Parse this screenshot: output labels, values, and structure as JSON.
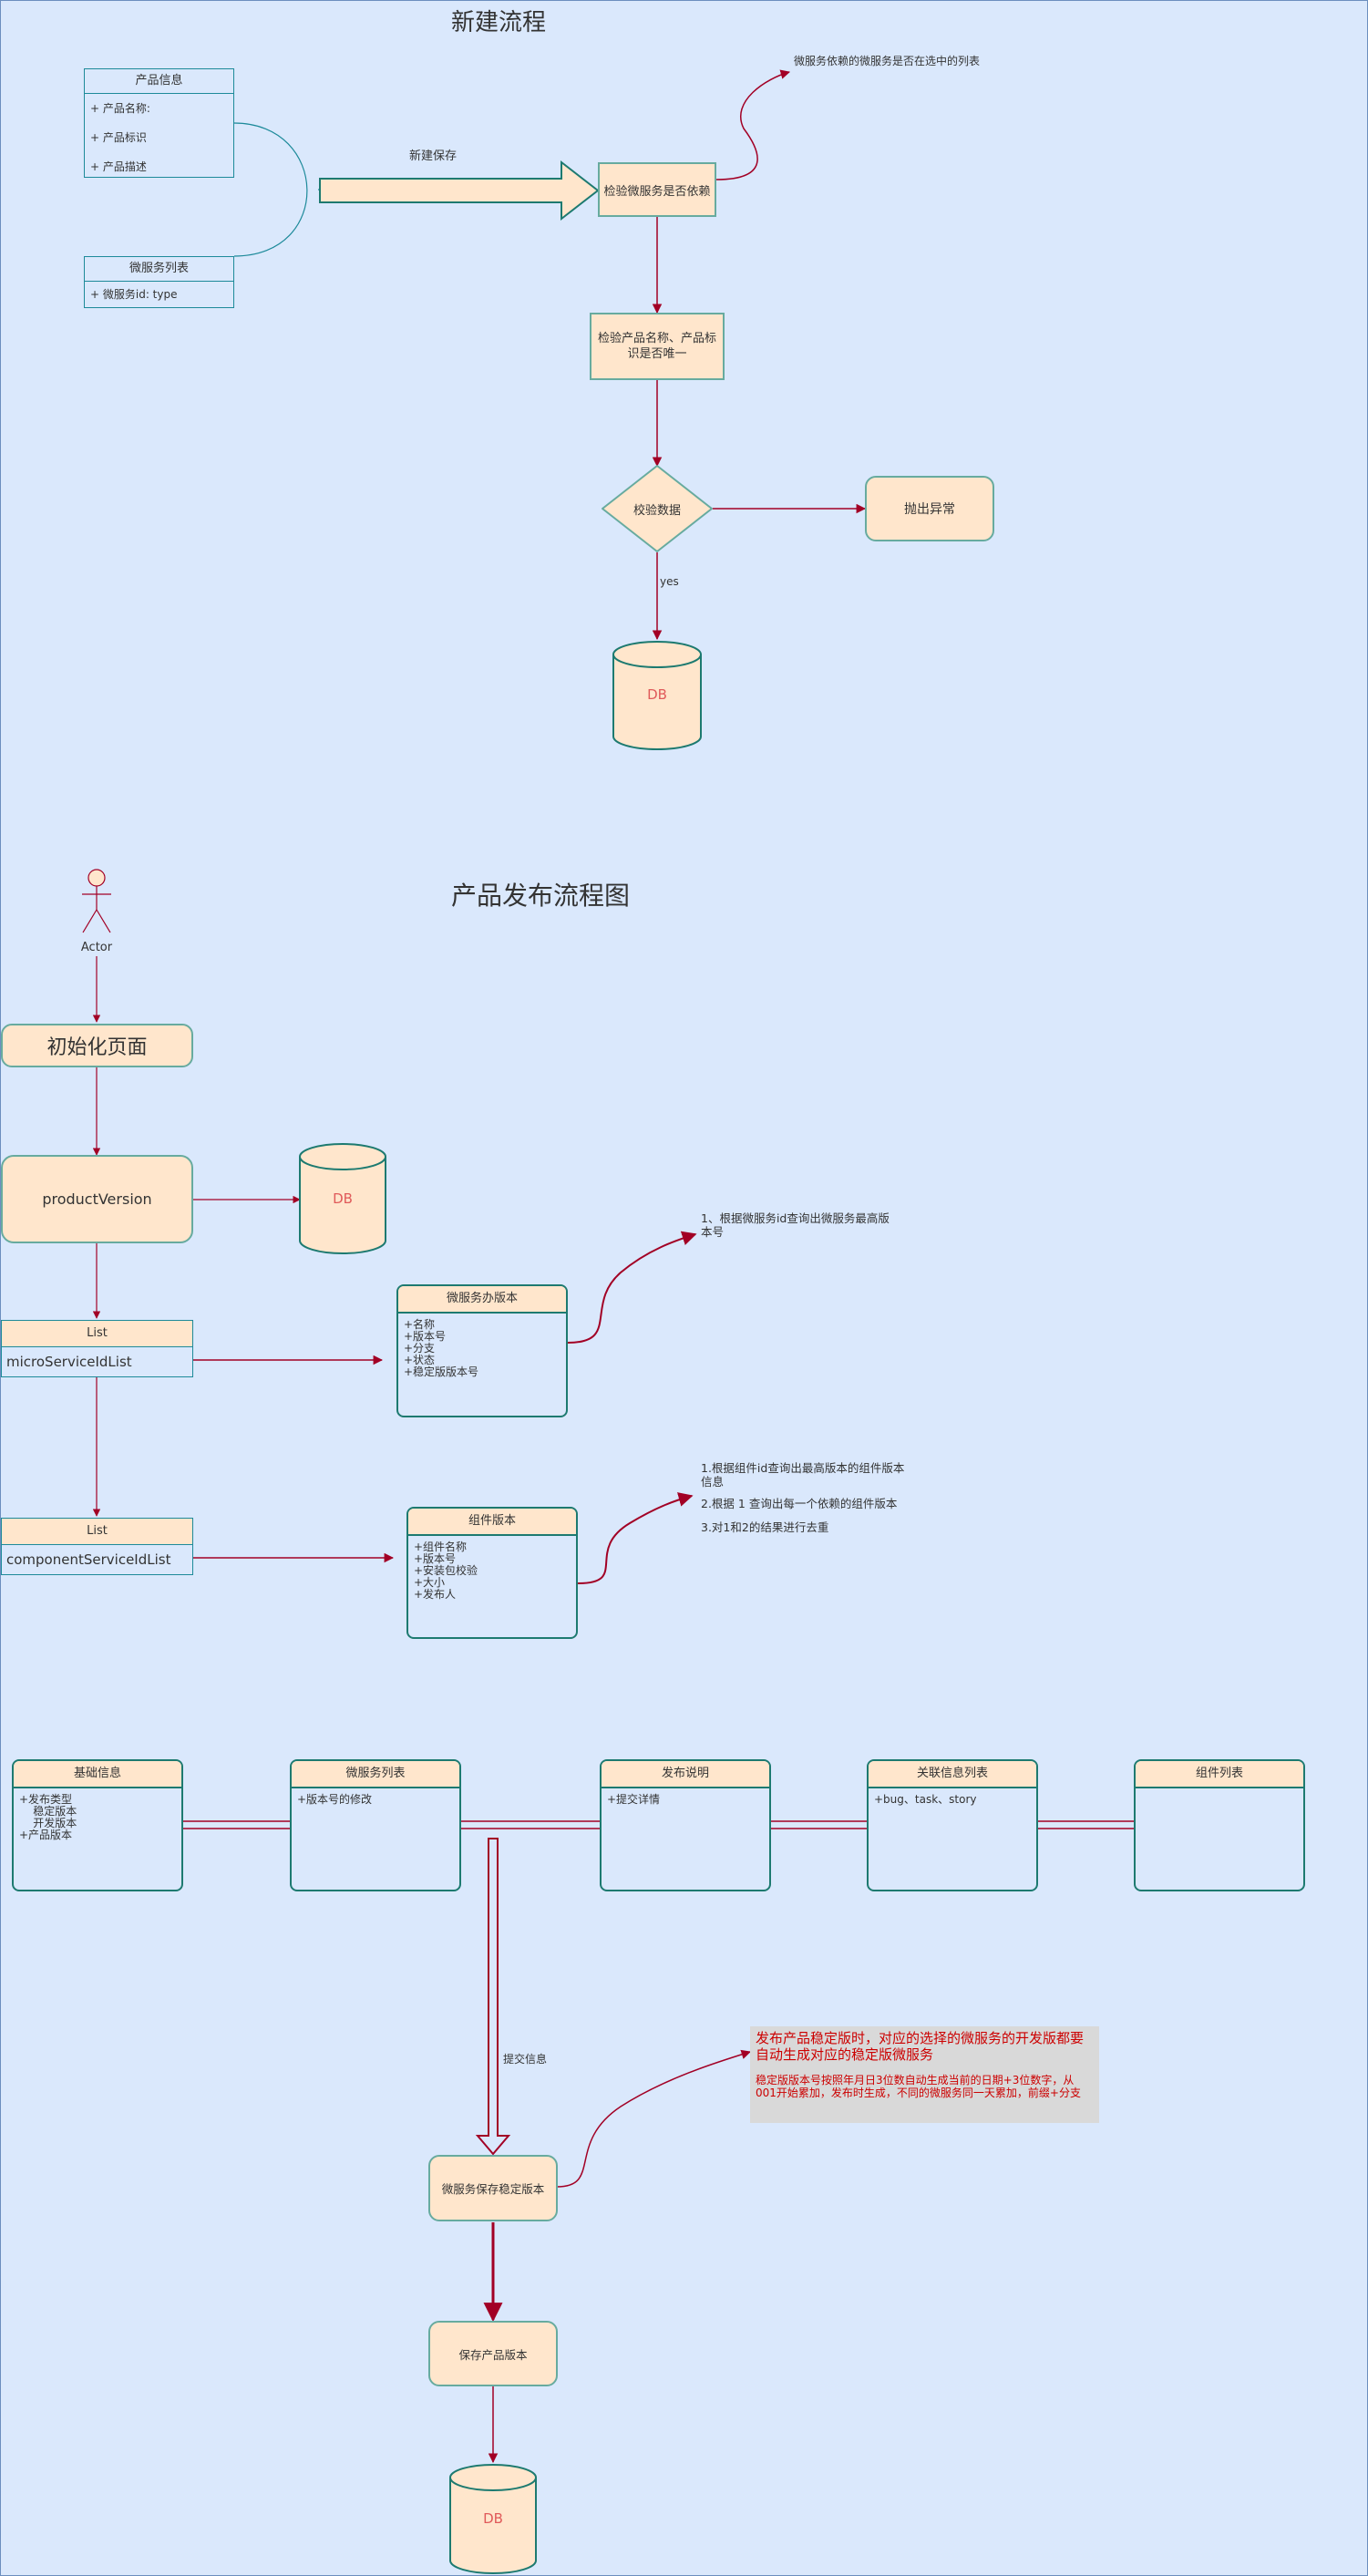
{
  "titles": {
    "create_flow": "新建流程",
    "publish_flow": "产品发布流程图"
  },
  "create_section": {
    "product_info": {
      "header": "产品信息",
      "fields": [
        "+ 产品名称:",
        "+ 产品标识",
        "+ 产品描述"
      ]
    },
    "microservice_list": {
      "header": "微服务列表",
      "fields": [
        "+ 微服务id: type"
      ]
    },
    "save_label": "新建保存",
    "check_dependency": "检验微服务是否依赖",
    "dependency_note": "微服务依赖的微服务是否在选中的列表",
    "check_unique": "检验产品名称、产品标识是否唯一",
    "validate": "校验数据",
    "throw_error": "抛出异常",
    "yes_label": "yes",
    "db_label": "DB"
  },
  "publish_section": {
    "actor": "Actor",
    "init_page": "初始化页面",
    "product_version": "productVersion",
    "db_label": "DB",
    "ms_list": {
      "header": "List",
      "field": "microServiceIdList"
    },
    "comp_list": {
      "header": "List",
      "field": "componentServiceIdList"
    },
    "ms_version_card": {
      "header": "微服务办版本",
      "body": "+名称\n+版本号\n+分支\n+状态\n+稳定版版本号"
    },
    "ms_version_note": "1、根据微服务id查询出微服务最高版本号",
    "comp_version_card": {
      "header": "组件版本",
      "body": "+组件名称\n+版本号\n+安装包校验\n+大小\n+发布人"
    },
    "comp_notes": [
      "1.根据组件id查询出最高版本的组件版本信息",
      "2.根据 1 查询出每一个依赖的组件版本",
      "3.对1和2的结果进行去重"
    ]
  },
  "release_section": {
    "tabs": [
      {
        "header": "基础信息",
        "body": "+发布类型\n    稳定版本\n    开发版本\n+产品版本"
      },
      {
        "header": "微服务列表",
        "body": "+版本号的修改"
      },
      {
        "header": "发布说明",
        "body": "+提交详情"
      },
      {
        "header": "关联信息列表",
        "body": "+bug、task、story"
      },
      {
        "header": "组件列表",
        "body": ""
      }
    ],
    "submit_label": "提交信息",
    "save_stable": "微服务保存稳定版本",
    "save_product": "保存产品版本",
    "db_label": "DB",
    "callout_title": "发布产品稳定版时，对应的选择的微服务的开发版都要自动生成对应的稳定版微服务",
    "callout_body": "稳定版版本号按照年月日3位数自动生成当前的日期+3位数字，从001开始累加，发布时生成，不同的微服务同一天累加，前缀+分支"
  },
  "colors": {
    "background": "#dae8fc",
    "node_fill": "#ffe6cc",
    "node_border": "#67ab9f",
    "arrow": "#a20025",
    "teal": "#1d8a9a",
    "callout_text": "#cc0000"
  }
}
